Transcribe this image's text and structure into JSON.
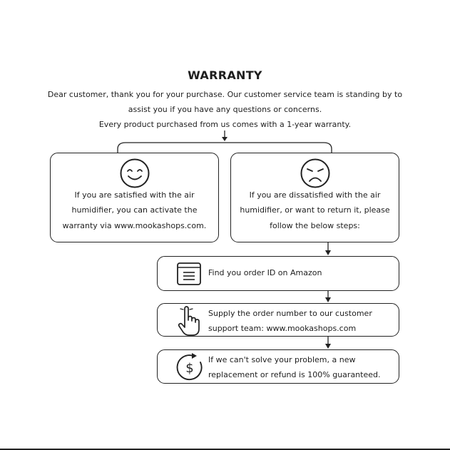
{
  "title": "WARRANTY",
  "intro": {
    "line1": "Dear customer, thank you for your purchase. Our customer service team is standing by to",
    "line2": "assist you if you have any questions or concerns.",
    "line3": "Every product purchased from us comes with a 1-year warranty."
  },
  "satisfied": {
    "icon": "smiley-face-icon",
    "lines": [
      "If you are satisfied with the air",
      "humidifier, you can activate the",
      "warranty via www.mookashops.com."
    ]
  },
  "dissatisfied": {
    "icon": "sad-face-icon",
    "lines": [
      "If you are dissatisfied with the air",
      "humidifier, or want to return it, please",
      "follow the below steps:"
    ]
  },
  "steps": [
    {
      "icon": "order-document-icon",
      "lines": [
        "Find you order ID on Amazon"
      ]
    },
    {
      "icon": "pointing-hand-icon",
      "lines": [
        "Supply the order number to our customer",
        "support team: www.mookashops.com"
      ]
    },
    {
      "icon": "refund-dollar-icon",
      "lines": [
        "If we can't solve your problem, a new",
        "replacement or refund is 100% guaranteed."
      ]
    }
  ]
}
